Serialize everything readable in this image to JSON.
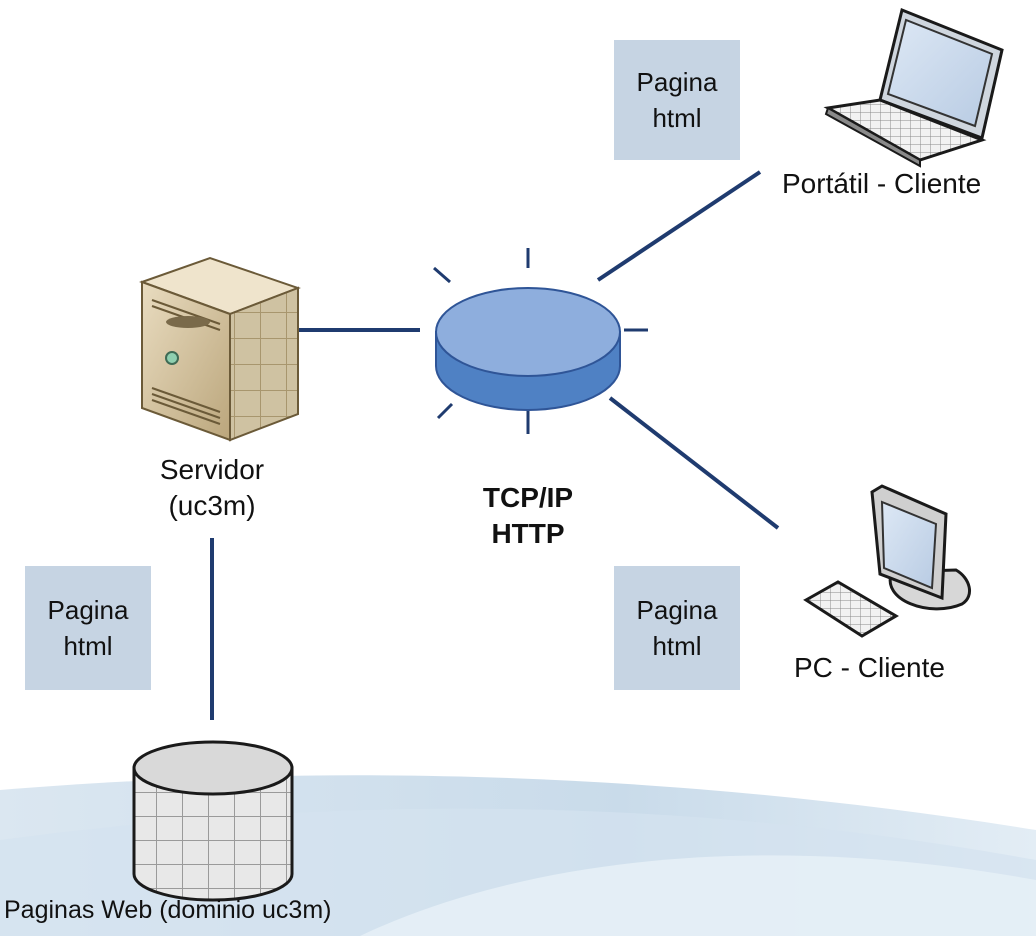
{
  "nodes": {
    "laptop": {
      "label": "Portátil - Cliente",
      "icon": "laptop-icon"
    },
    "server": {
      "label_line1": "Servidor",
      "label_line2": "(uc3m)",
      "icon": "server-tower-icon"
    },
    "pc": {
      "label": "PC - Cliente",
      "icon": "desktop-computer-icon"
    },
    "database": {
      "label": "Paginas Web (dominio uc3m)",
      "icon": "database-cylinder-icon"
    },
    "network": {
      "line1": "TCP/IP",
      "line2": "HTTP",
      "icon": "network-hub-icon"
    }
  },
  "notes": [
    {
      "line1": "Pagina",
      "line2": "html"
    },
    {
      "line1": "Pagina",
      "line2": "html"
    },
    {
      "line1": "Pagina",
      "line2": "html"
    }
  ],
  "colors": {
    "connector": "#1f3b6f",
    "hub_top": "#8eaedd",
    "hub_side": "#4f81c4",
    "note_fill": "#c6d4e3"
  }
}
